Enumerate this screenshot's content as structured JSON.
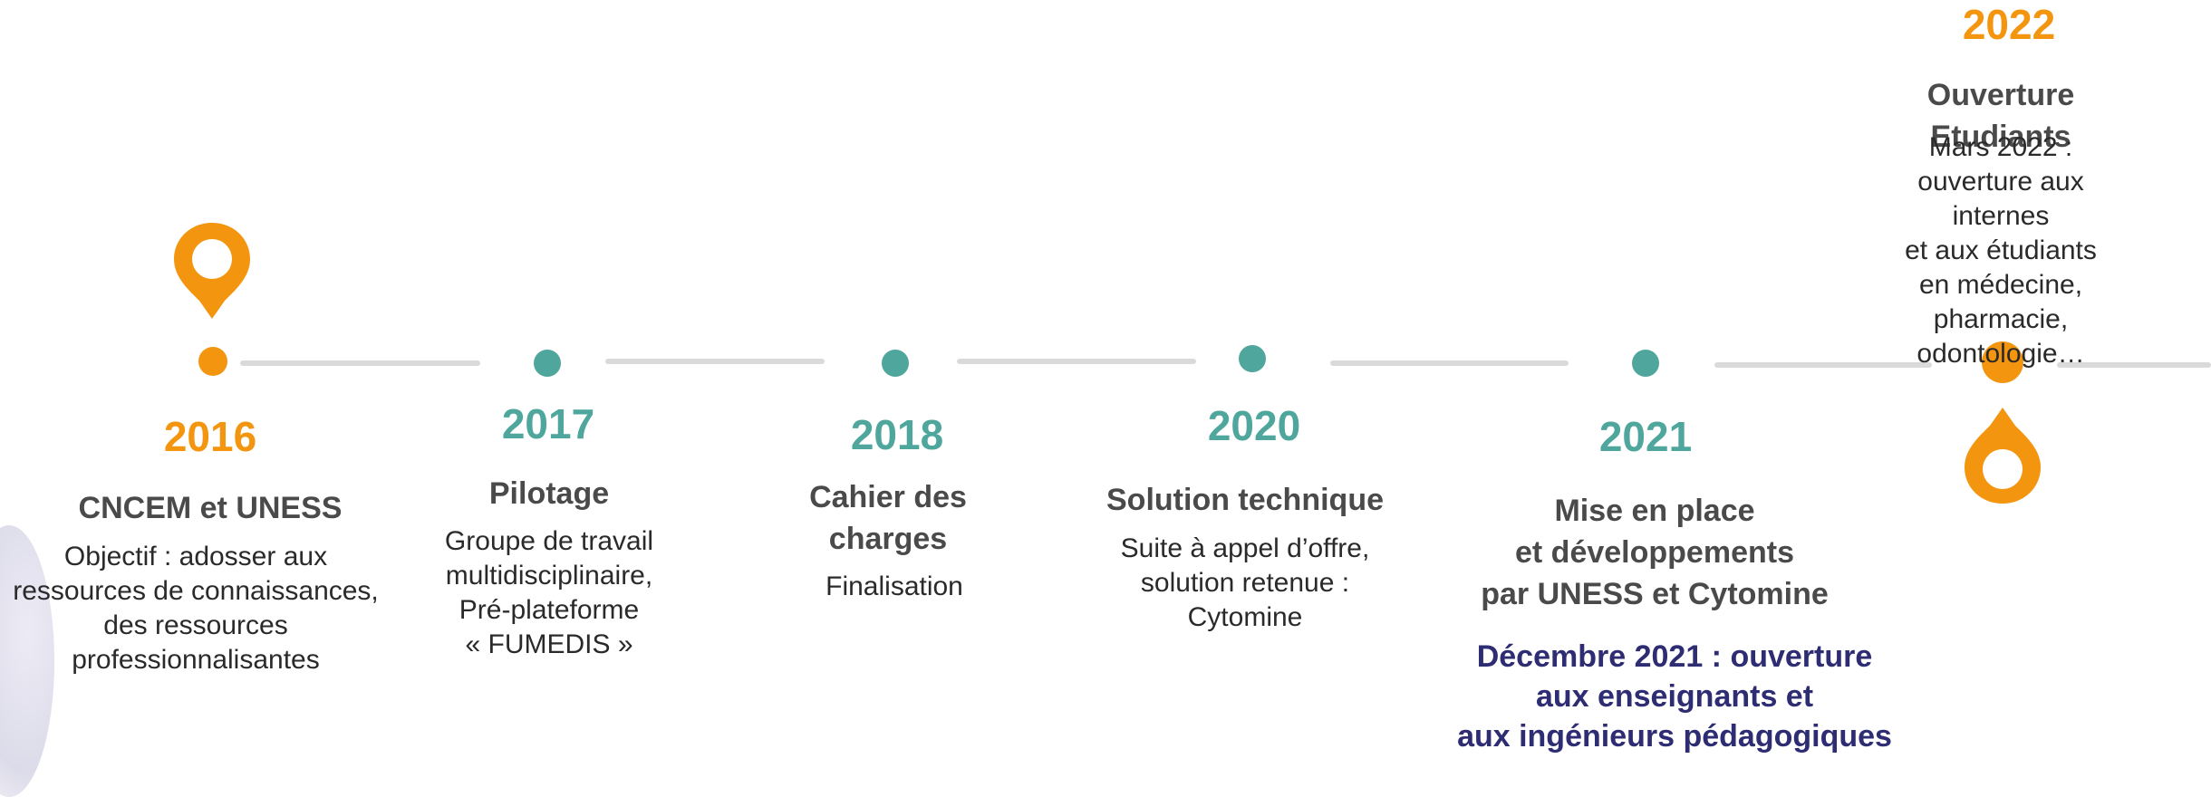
{
  "colors": {
    "orange": "#f3950f",
    "teal": "#4fa69c",
    "navy": "#2e2c72",
    "line": "#dadada"
  },
  "timeline": [
    {
      "year": "2016",
      "title": "CNCEM et UNESS",
      "description": "Objectif : adosser aux\nressources de connaissances,\ndes ressources\nprofessionnalisantes"
    },
    {
      "year": "2017",
      "title": "Pilotage",
      "description": "Groupe de travail\nmultidisciplinaire,\nPré-plateforme\n« FUMEDIS »"
    },
    {
      "year": "2018",
      "title": "Cahier des\ncharges",
      "description": "Finalisation"
    },
    {
      "year": "2020",
      "title": "Solution technique",
      "description": "Suite à appel d’offre,\nsolution retenue :\nCytomine"
    },
    {
      "year": "2021",
      "title": "Mise en place\net développements\npar UNESS et Cytomine",
      "highlight": "Décembre 2021 : ouverture\naux enseignants et\naux  ingénieurs pédagogiques"
    },
    {
      "year": "2022",
      "title": "Ouverture Etudiants",
      "description": "Mars 2022 :\nouverture aux internes\net aux étudiants en médecine,\npharmacie, odontologie…"
    }
  ],
  "icons": {
    "start": "location-pin-icon",
    "end": "location-pin-inverted-icon"
  }
}
